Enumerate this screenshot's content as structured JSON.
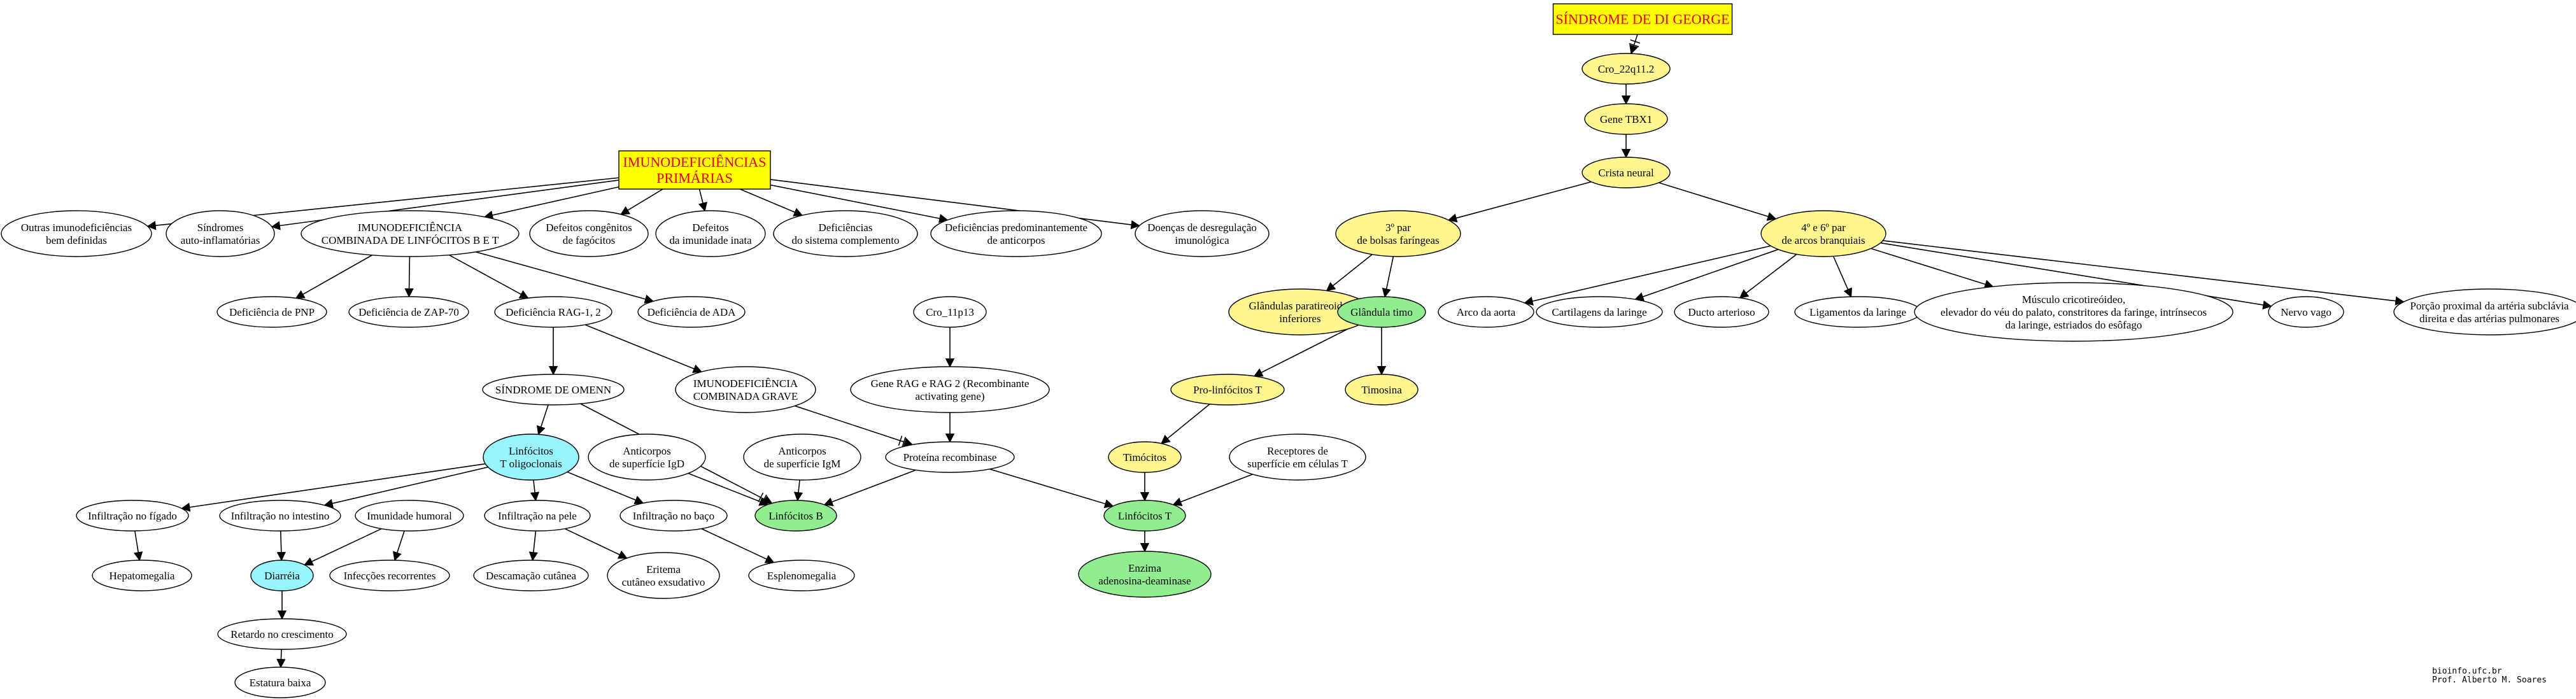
{
  "nodes": {
    "di_george": "SÍNDROME DE DI GEORGE",
    "cro_22": "Cro_22q11.2",
    "tbx1": "Gene TBX1",
    "crista": "Crista neural",
    "bolsa3": [
      "3º par",
      "de bolsas faríngeas"
    ],
    "arco46": [
      "4º e 6º par",
      "de arcos branquiais"
    ],
    "paratireoides": [
      "Glândulas paratireoides",
      "inferiores"
    ],
    "timo": "Glândula timo",
    "aorta": "Arco da aorta",
    "cartilagens": "Cartilagens da laringe",
    "ducto": "Ducto arterioso",
    "ligamentos": "Ligamentos da laringe",
    "musculo": [
      "Músculo cricotireóideo,",
      "elevador do véu do palato, constritores da faringe, intrínsecos",
      "da laringe, estriados do esôfago"
    ],
    "vago": "Nervo vago",
    "subclavia": [
      "Porção proximal da artéria subclávia",
      "direita e das artérias pulmonares"
    ],
    "prolinf": "Pro-linfócitos T",
    "timosina": "Timosina",
    "timocitos": "Timócitos",
    "receptores": [
      "Receptores de",
      "superfície em células T"
    ],
    "linfT": "Linfócitos T",
    "enzima": [
      "Enzima",
      "adenosina-deaminase"
    ],
    "imuno": [
      "IMUNODEFICIÊNCIAS",
      "PRIMÁRIAS"
    ],
    "outras": [
      "Outras imunodeficiências",
      "bem definidas"
    ],
    "sindromes": [
      "Síndromes",
      "auto-inflamatórias"
    ],
    "combinada": [
      "IMUNODEFICIÊNCIA",
      "COMBINADA DE LINFÓCITOS B E T"
    ],
    "fagocitos": [
      "Defeitos congênitos",
      "de fagócitos"
    ],
    "inata": [
      "Defeitos",
      "da imunidade inata"
    ],
    "complemento": [
      "Deficiências",
      "do sistema complemento"
    ],
    "anticorpos": [
      "Deficiências predominantemente",
      "de anticorpos"
    ],
    "desregulacao": [
      "Doenças de desregulação",
      "imunológica"
    ],
    "pnp": "Deficiência de PNP",
    "zap": "Deficiência de ZAP-70",
    "rag12": "Deficiência RAG-1, 2",
    "ada": "Deficiência de ADA",
    "cro11": "Cro_11p13",
    "generag": [
      "Gene RAG e RAG 2 (Recombinante",
      "activating gene)"
    ],
    "omenn": "SÍNDROME DE OMENN",
    "grave": [
      "IMUNODEFICIÊNCIA",
      "COMBINADA GRAVE"
    ],
    "proteina": "Proteína recombinase",
    "oligoclonais": [
      "Linfócitos",
      "T oligoclonais"
    ],
    "igd": [
      "Anticorpos",
      "de superfície IgD"
    ],
    "igm": [
      "Anticorpos",
      "de superfície IgM"
    ],
    "linfB": "Linfócitos B",
    "figado": "Infiltração no fígado",
    "intestino": "Infiltração no intestino",
    "humoral": "Imunidade humoral",
    "pele": "Infiltração na pele",
    "baco": "Infiltração no baço",
    "hepatomegalia": "Hepatomegalia",
    "diarreia": "Diarréia",
    "infeccoes": "Infecções recorrentes",
    "descamacao": "Descamação cutânea",
    "eritema": [
      "Eritema",
      "cutâneo exsudativo"
    ],
    "esplenomegalia": "Esplenomegalia",
    "retardo": "Retardo no crescimento",
    "estatura": "Estatura baixa"
  },
  "credits": [
    "bioinfo.ufc.br",
    "Prof. Alberto M. Soares"
  ],
  "colors": {
    "title_fill": "#ffff00",
    "title_text": "#e00000",
    "yellow_node": "#fff68f",
    "green_node": "#90ee90",
    "cyan_node": "#98f5ff",
    "white_node": "#ffffff",
    "stroke": "#000000"
  }
}
